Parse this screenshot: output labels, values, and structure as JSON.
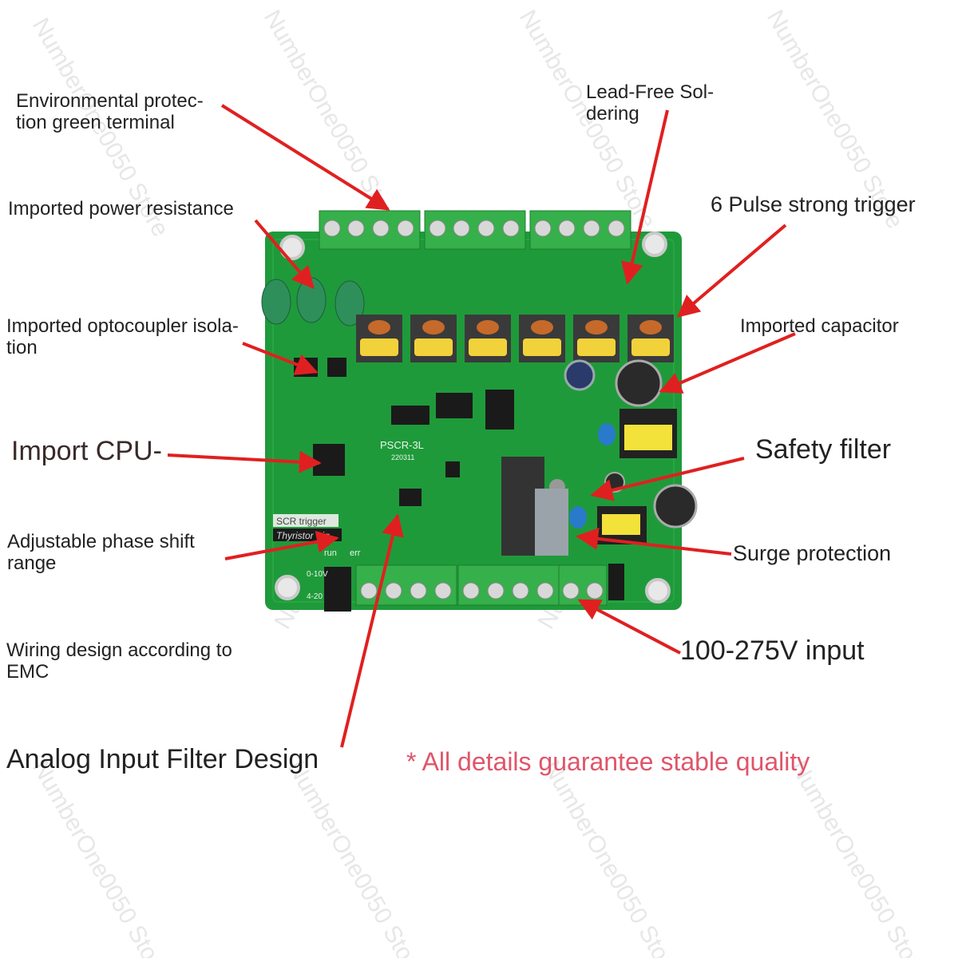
{
  "board": {
    "model": "PSCR-3L",
    "date_code": "220311",
    "side_label_1": "SCR trigger",
    "side_label_2": "Thyristor trig",
    "jumper_labels": [
      "run",
      "err"
    ],
    "range_labels": [
      "0-10V",
      "4-20"
    ]
  },
  "callouts": [
    {
      "id": "green-terminal",
      "text": "Environmental protec-\ntion green terminal"
    },
    {
      "id": "lead-free",
      "text": "Lead-Free Sol-\ndering"
    },
    {
      "id": "power-resistance",
      "text": "Imported power resistance"
    },
    {
      "id": "pulse-trigger",
      "text": "6 Pulse strong trigger"
    },
    {
      "id": "optocoupler",
      "text": "Imported optocoupler isola-\ntion"
    },
    {
      "id": "capacitor",
      "text": "Imported capacitor"
    },
    {
      "id": "cpu",
      "text": "Import CPU-"
    },
    {
      "id": "safety-filter",
      "text": "Safety filter"
    },
    {
      "id": "phase-shift",
      "text": "Adjustable phase shift\nrange"
    },
    {
      "id": "surge",
      "text": "Surge protection"
    },
    {
      "id": "emc",
      "text": "Wiring design according to\nEMC"
    },
    {
      "id": "input",
      "text": "100-275V input"
    },
    {
      "id": "analog-filter",
      "text": "Analog Input Filter Design"
    }
  ],
  "note": "* All details guarantee stable quality",
  "watermark": "NumberOne0050 Store",
  "colors": {
    "pcb": "#1f9a3a",
    "terminal": "#35b04a",
    "arrow": "#e02020",
    "note": "#e0556a"
  }
}
